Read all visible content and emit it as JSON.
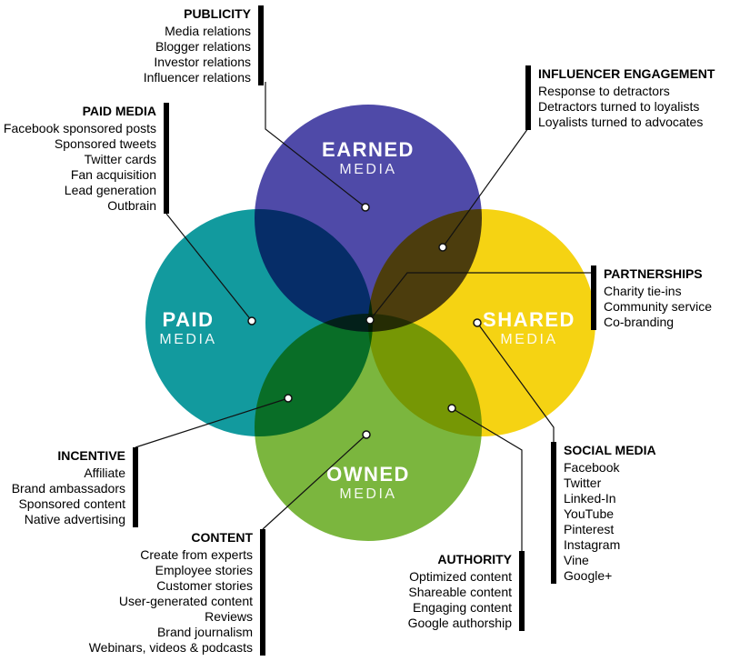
{
  "colors": {
    "background": "#ffffff",
    "bar": "#000000",
    "connector_line": "#111111"
  },
  "circles": [
    {
      "name": "EARNED",
      "subtitle": "MEDIA",
      "color": "#4f4aa8"
    },
    {
      "name": "PAID",
      "subtitle": "MEDIA",
      "color": "#129a9e"
    },
    {
      "name": "SHARED",
      "subtitle": "MEDIA",
      "color": "#f5d313"
    },
    {
      "name": "OWNED",
      "subtitle": "MEDIA",
      "color": "#7bb63e"
    }
  ],
  "callouts": [
    {
      "id": "publicity",
      "title": "PUBLICITY",
      "items": [
        "Media relations",
        "Blogger relations",
        "Investor relations",
        "Influencer relations"
      ]
    },
    {
      "id": "influencer-engagement",
      "title": "INFLUENCER ENGAGEMENT",
      "items": [
        "Response to detractors",
        "Detractors turned to loyalists",
        "Loyalists turned to advocates"
      ]
    },
    {
      "id": "paid-media",
      "title": "PAID MEDIA",
      "items": [
        "Facebook sponsored posts",
        "Sponsored tweets",
        "Twitter cards",
        "Fan acquisition",
        "Lead generation",
        "Outbrain"
      ]
    },
    {
      "id": "partnerships",
      "title": "PARTNERSHIPS",
      "items": [
        "Charity tie-ins",
        "Community service",
        "Co-branding"
      ]
    },
    {
      "id": "incentive",
      "title": "INCENTIVE",
      "items": [
        "Affiliate",
        "Brand ambassadors",
        "Sponsored content",
        "Native advertising"
      ]
    },
    {
      "id": "social-media",
      "title": "SOCIAL MEDIA",
      "items": [
        "Facebook",
        "Twitter",
        "Linked-In",
        "YouTube",
        "Pinterest",
        "Instagram",
        "Vine",
        "Google+"
      ]
    },
    {
      "id": "content",
      "title": "CONTENT",
      "items": [
        "Create from experts",
        "Employee stories",
        "Customer stories",
        "User-generated content",
        "Reviews",
        "Brand journalism",
        "Webinars, videos & podcasts"
      ]
    },
    {
      "id": "authority",
      "title": "AUTHORITY",
      "items": [
        "Optimized content",
        "Shareable content",
        "Engaging content",
        "Google authorship"
      ]
    }
  ]
}
